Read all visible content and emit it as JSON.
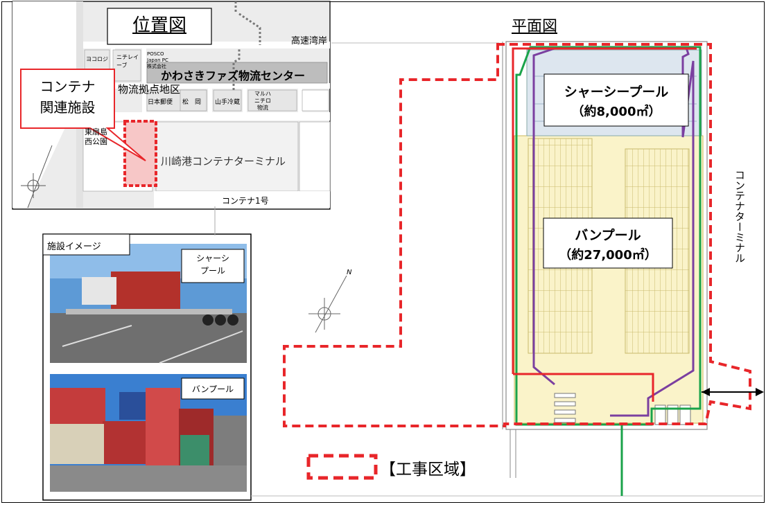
{
  "location_map": {
    "title": "位置図",
    "callout": [
      "コンテナ",
      "関連施設"
    ],
    "highway": "高速湾岸",
    "logistics_center": "かわさきファズ物流センター",
    "district": "物流拠点地区",
    "terminal": "川崎港コンテナターミナル",
    "route": "コンテナ1号",
    "park": [
      "東扇島",
      "西公園"
    ],
    "blocks": {
      "b1": "ヨコロジ",
      "b2": [
        "ニチレイ",
        "ーブ"
      ],
      "b3": [
        "POSCO",
        "Japan PC",
        "株式会社"
      ],
      "b4": "日本郵便",
      "b5": "松　岡",
      "b6": "山手冷蔵",
      "b7": [
        "マルハ",
        "ニチロ",
        "物流"
      ]
    }
  },
  "facility_image": {
    "title": "施設イメージ",
    "chassis_label": [
      "シャーシ",
      "プール"
    ],
    "van_label": "バンプール"
  },
  "plan": {
    "title": "平面図",
    "chassis_pool": {
      "name": "シャーシープール",
      "area": "（約8,000㎡）"
    },
    "van_pool": {
      "name": "バンプール",
      "area": "（約27,000㎡）"
    },
    "terminal_vertical": "コンテナターミナル",
    "north": "N"
  },
  "legend": {
    "label": "【工事区域】"
  },
  "colors": {
    "construction_boundary": "#e8262a",
    "purple_line": "#7b3fa0",
    "green_line": "#1aa34a",
    "pool_fill": "#faf3c9"
  }
}
